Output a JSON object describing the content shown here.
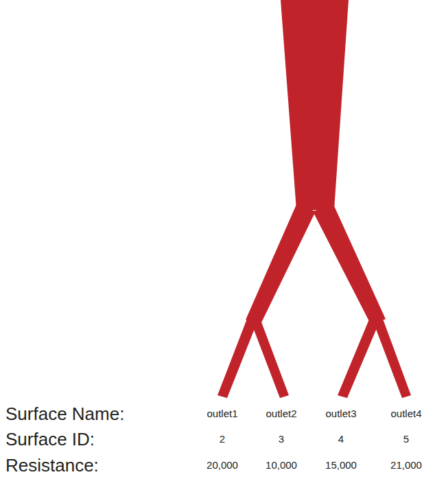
{
  "diagram": {
    "labels": [
      "Surface Name:",
      "outlet1",
      "outlet2",
      "outlet3",
      "outlet4",
      "Surface ID:",
      "2",
      "3",
      "4",
      "5",
      "Resistance:",
      "20,000",
      "10,000",
      "15,000",
      "21,000"
    ]
  }
}
